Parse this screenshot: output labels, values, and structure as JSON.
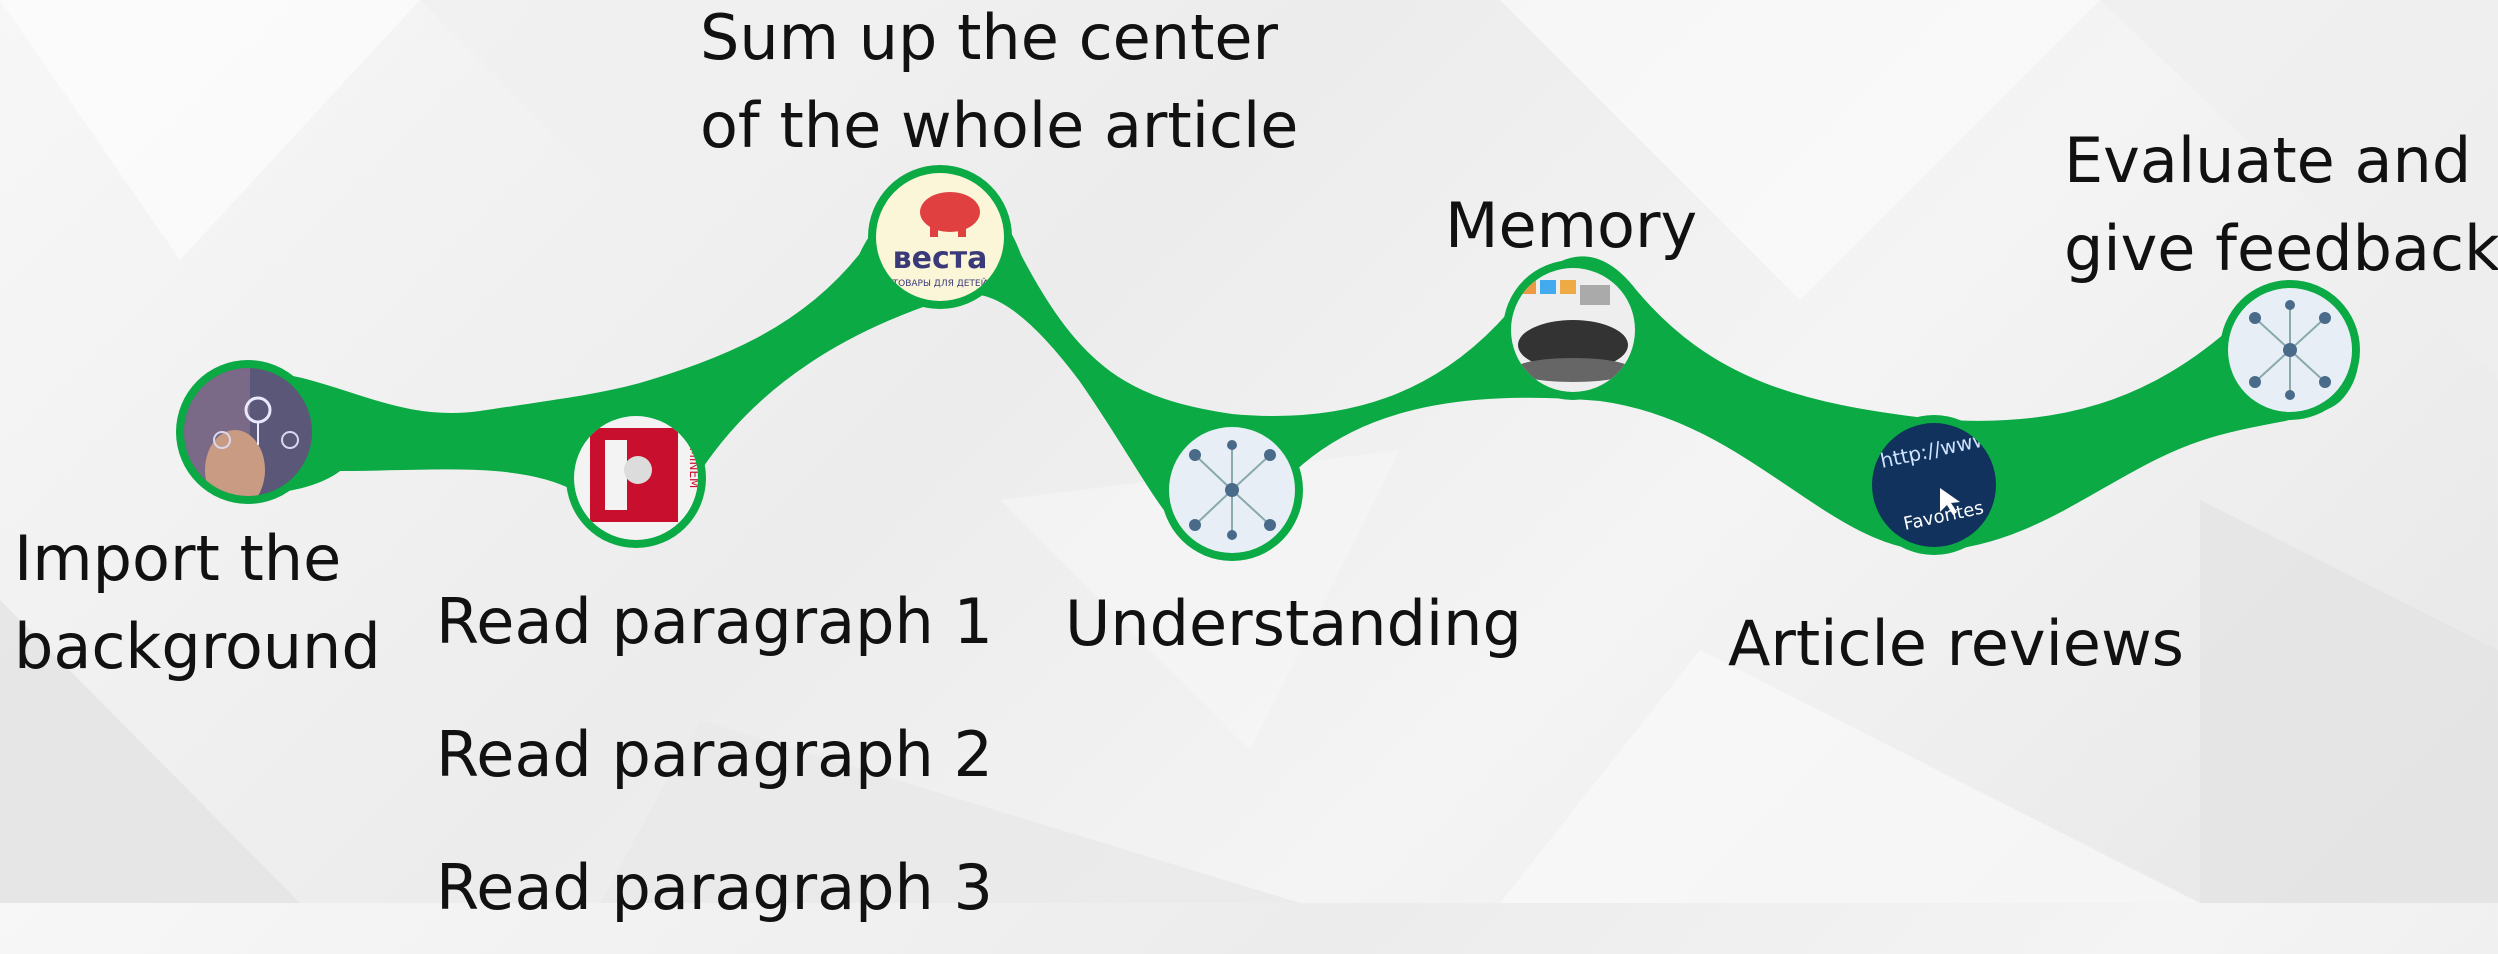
{
  "steps": [
    {
      "id": "background",
      "label_lines": [
        "Import the",
        "background"
      ],
      "icon": "touchscreen-people-icon"
    },
    {
      "id": "paragraphs",
      "label_lines": [
        "Read paragraph 1",
        "Read paragraph 2",
        "Read paragraph 3"
      ],
      "icon": "eminem-album-icon"
    },
    {
      "id": "summary",
      "label_lines": [
        "Sum up the center",
        "of the whole article"
      ],
      "icon": "vesta-elephant-logo"
    },
    {
      "id": "understanding",
      "label_lines": [
        "Understanding"
      ],
      "icon": "network-people-icon"
    },
    {
      "id": "memory",
      "label_lines": [
        "Memory"
      ],
      "icon": "classroom-icon"
    },
    {
      "id": "reviews",
      "label_lines": [
        "Article reviews"
      ],
      "icon": "browser-url-favorites-icon"
    },
    {
      "id": "evaluate",
      "label_lines": [
        "Evaluate and",
        "give feedback"
      ],
      "icon": "network-people-icon"
    }
  ],
  "logo_text": {
    "brand": "веста",
    "tagline": "ТОВАРЫ ДЛЯ ДЕТЕЙ"
  },
  "album_text": "EMINEM",
  "browser_text": {
    "url": "http://www",
    "button": "Favorites"
  },
  "colors": {
    "path": "#0BAA44",
    "path_dark": "#08933A",
    "text": "#111111"
  }
}
